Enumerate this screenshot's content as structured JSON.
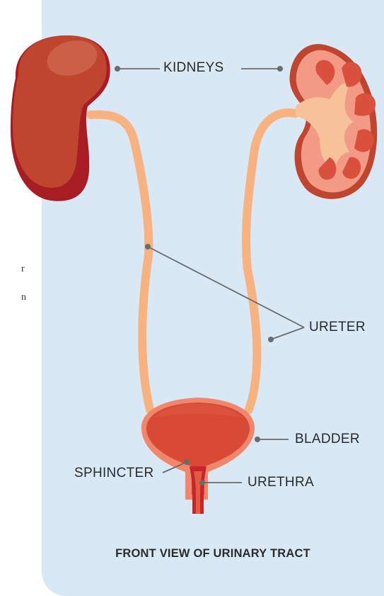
{
  "fragments": [
    "r",
    "n"
  ],
  "labels": {
    "kidneys": "KIDNEYS",
    "ureter": "URETER",
    "bladder": "BLADDER",
    "sphincter": "SPHINCTER",
    "urethra": "URETHRA"
  },
  "caption": "FRONT VIEW OF URINARY TRACT",
  "colors": {
    "panel": "#d8e8f5",
    "kidney_outer": "#c0452e",
    "kidney_dark": "#a81d24",
    "kidney_section": "#f39a86",
    "pelvis": "#f7c19a",
    "ureter": "#f7b27f",
    "bladder": "#d94a35",
    "bladder_rim": "#f0866b",
    "leader": "#6b6b6b"
  }
}
